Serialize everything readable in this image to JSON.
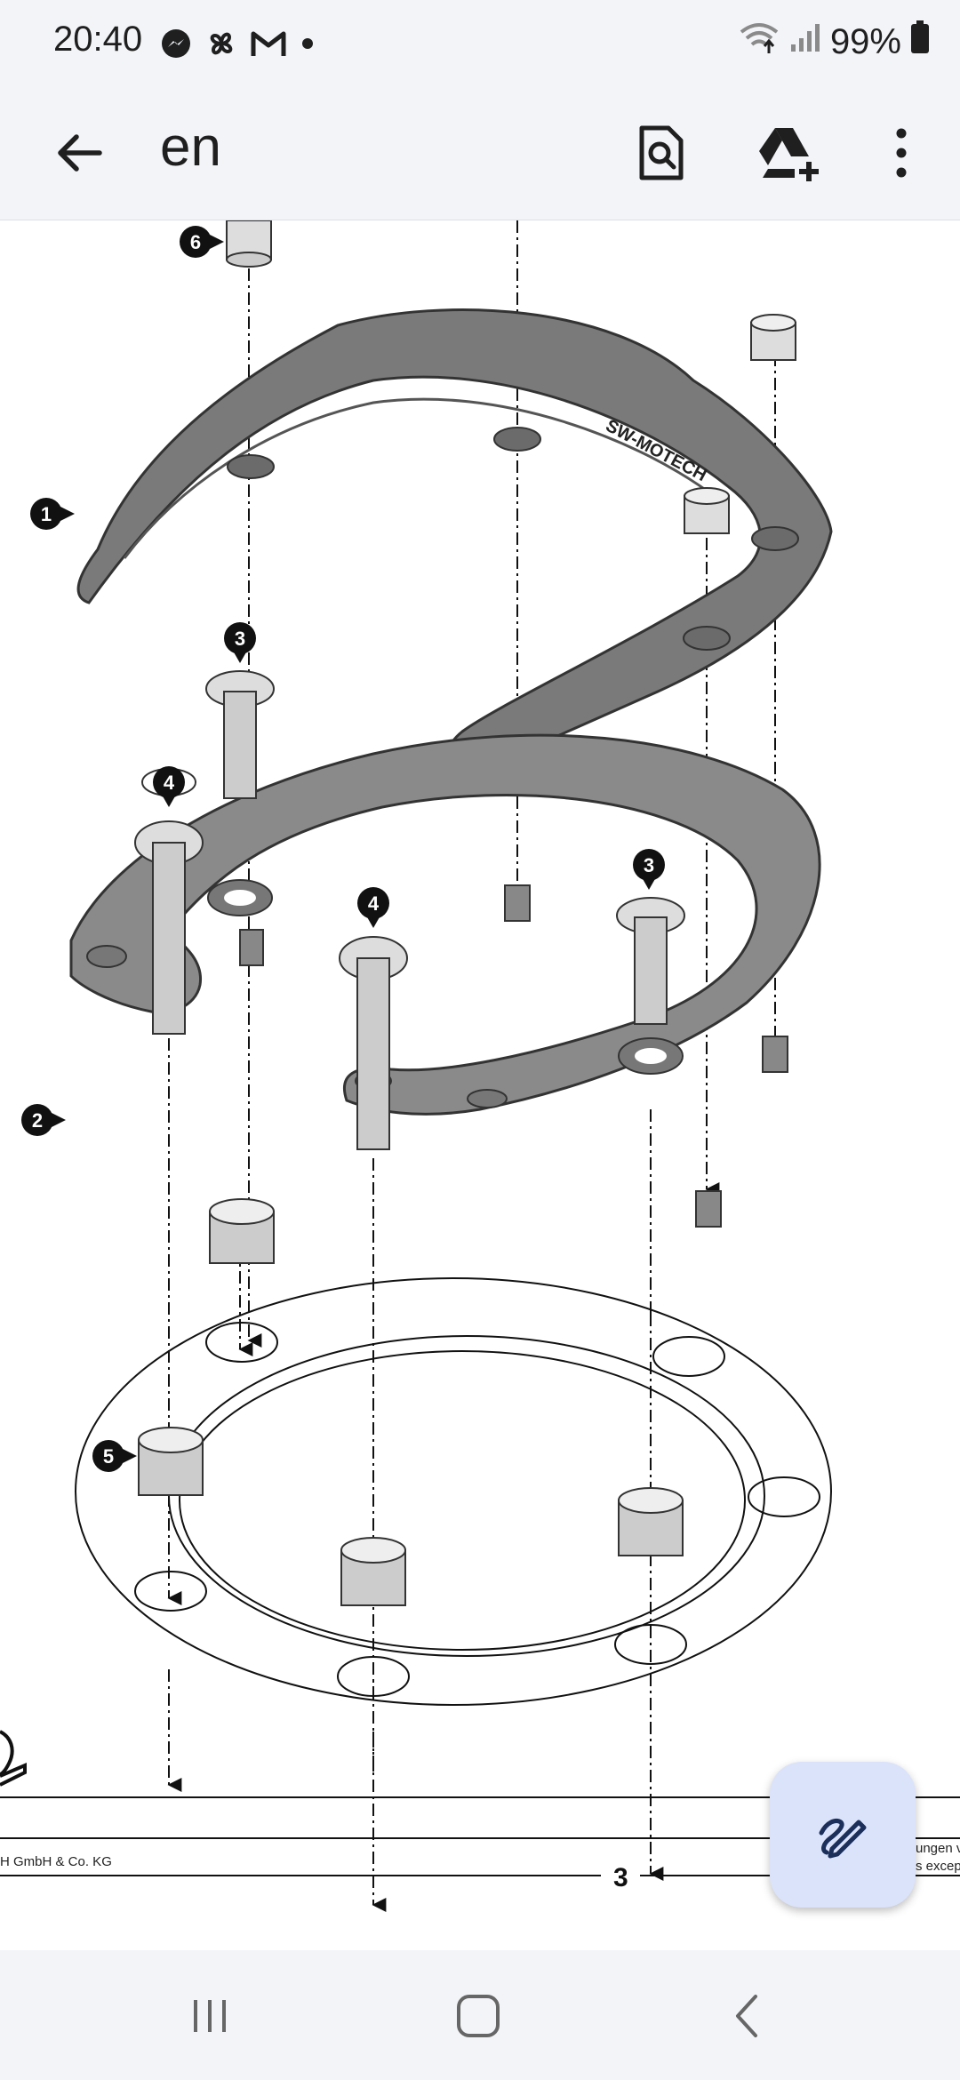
{
  "status_bar": {
    "time": "20:40",
    "battery": "99%",
    "left_icons": [
      "messenger-icon",
      "pinwheel-icon",
      "gmail-icon",
      "dot-icon"
    ],
    "right_icons": [
      "wifi-icon",
      "signal-icon",
      "battery-icon"
    ]
  },
  "app_bar": {
    "title": "en",
    "back_icon": "arrow-back-icon",
    "actions": [
      "search-document-icon",
      "add-to-drive-icon",
      "more-vert-icon"
    ]
  },
  "document": {
    "callouts": [
      "6",
      "1",
      "3",
      "4",
      "4",
      "3",
      "2",
      "5"
    ],
    "brand_mark": "SW-MOTECH",
    "footer_company": "H GmbH & Co. KG",
    "footer_page": "3",
    "footer_right_line1": "ungen v",
    "footer_right_line2": "s except"
  },
  "fab": {
    "icon": "edit-pen-icon"
  },
  "nav_bar": {
    "buttons": [
      "recents-icon",
      "home-icon",
      "back-icon"
    ]
  }
}
